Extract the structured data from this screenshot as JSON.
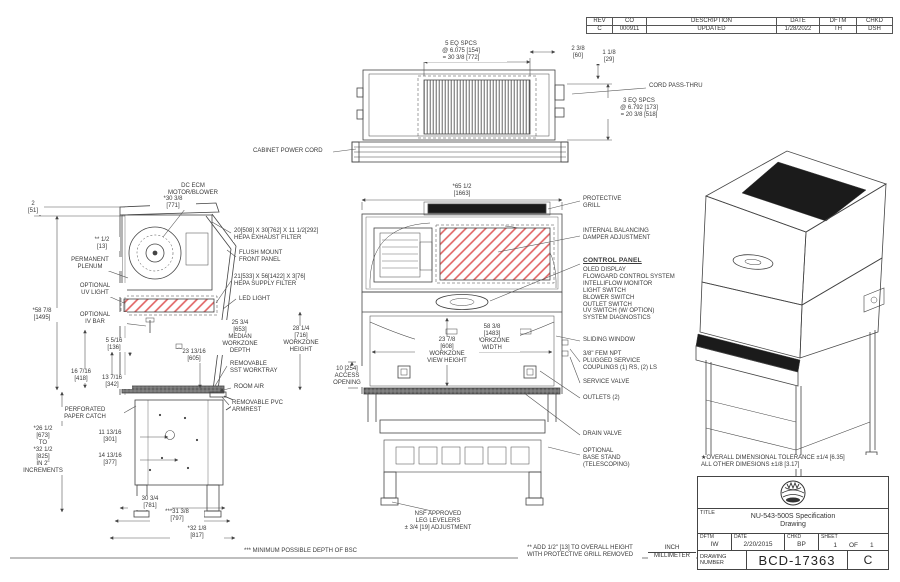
{
  "revision_table": {
    "headers": [
      "REV",
      "CO",
      "DESCRIPTION",
      "DATE",
      "DFTM",
      "CHKD"
    ],
    "row": [
      "C",
      "000911",
      "UPDATED",
      "1/28/2022",
      "TH",
      "DSH"
    ]
  },
  "top_view": {
    "eq5": "5 EQ SPCS\n@ 6.075 [154]\n= 30 3/8 [772]",
    "dim_2_3_8": "2 3/8\n[60]",
    "dim_1_1_8": "1 1/8\n[29]",
    "cord_pass_thru": "CORD PASS-THRU",
    "eq3": "3 EQ SPCS\n@ 6.792 [173]\n= 20 3/8 [518]",
    "cabinet_power_cord": "CABINET POWER CORD"
  },
  "side_view": {
    "dim_2": "2\n[51]",
    "dc_ecm": "DC ECM\nMOTOR/BLOWER",
    "dim_30_3_8": "*30 3/8\n[771]",
    "dim_half": "** 1/2\n[13]",
    "permanent_plenum": "PERMANENT\nPLENUM",
    "optional_uv": "OPTIONAL\nUV LIGHT",
    "optional_iv": "OPTIONAL\nIV BAR",
    "dim_58_7_8": "*58 7/8\n[1495]",
    "hepa_exhaust": "20[508] X 30[762] X 11 1/2[292]\nHEPA EXHAUST FILTER",
    "flush_mount": "FLUSH MOUNT\nFRONT PANEL",
    "hepa_supply": "21[533] X 56[1422] X 3[76]\nHEPA SUPPLY FILTER",
    "led_light": "LED LIGHT",
    "median_depth": "25 3/4\n[653]\nMEDIAN\nWORKZONE\nDEPTH",
    "workzone_height": "28 1/4\n[716]\nWORKZONE\nHEIGHT",
    "dim_5_5_16": "5 5/16\n[136]",
    "dim_23_13_16": "23 13/16\n[605]",
    "dim_16_7_16": "16 7/16\n[418]",
    "dim_13_7_16": "13 7/16\n[342]",
    "removable_worktray": "REMOVABLE\nSST WORKTRAY",
    "room_air": "ROOM AIR",
    "removable_pvc": "REMOVABLE PVC\nARMREST",
    "perforated": "PERFORATED\nPAPER CATCH",
    "increments": "*26 1/2\n[673]\nTO\n*32 1/2\n[825]\nIN 2\"\nINCREMENTS",
    "dim_11_13_16": "11 13/16\n[301]",
    "dim_14_13_16": "14 13/16\n[377]",
    "dim_30_3_4": "30 3/4\n[781]",
    "dim_31_3_8": "***31 3/8\n[797]",
    "dim_32_1_8": "*32 1/8\n[817]",
    "min_depth_note": "*** MINIMUM POSSIBLE DEPTH OF BSC"
  },
  "front_view": {
    "dim_65_1_2": "*65 1/2\n[1663]",
    "protective_grill": "PROTECTIVE\nGRILL",
    "internal_balancing": "INTERNAL BALANCING\nDAMPER ADJUSTMENT",
    "control_panel": "CONTROL PANEL",
    "control_items": "OLED DISPLAY\nFLOWGARD CONTROL SYSTEM\nINTELLIFLOW MONITOR\nLIGHT SWITCH\nBLOWER SWITCH\nOUTLET SWITCH\nUV SWITCH (W/ OPTION)\nSYSTEM DIAGNOSTICS",
    "workzone_width": "58 3/8\n[1483]\nWORKZONE\nWIDTH",
    "view_height": "23 7/8\n[608]\nWORKZONE\nVIEW HEIGHT",
    "access_opening": "10 [254]\nACCESS\nOPENING",
    "sliding_window": "SLIDING WINDOW",
    "fem_npt": "3/8\" FEM NPT\nPLUGGED SERVICE\nCOUPLINGS (1) RS, (2) LS",
    "service_valve": "SERVICE VALVE",
    "outlets": "OUTLETS (2)",
    "drain_valve": "DRAIN VALVE",
    "base_stand": "OPTIONAL\nBASE STAND\n(TELESCOPING)",
    "nsf": "NSF APPROVED\nLEG LEVELERS\n± 3/4 [19] ADJUSTMENT"
  },
  "notes": {
    "add_note": "** ADD 1/2\" [13] TO OVERALL HEIGHT\nWITH PROTECTIVE GRILL REMOVED",
    "inch": "INCH",
    "millimeter": "MILLIMETER",
    "tolerance": "★OVERALL DIMENSIONAL TOLERANCE ±1/4 [6.35]\nALL OTHER DIMESIONS ±1/8 [3.17]"
  },
  "title_block": {
    "title_label": "TITLE",
    "title": "NU-543-500S Specification\nDrawing",
    "dftm_label": "DFTM",
    "dftm": "IW",
    "date_label": "DATE",
    "date": "2/20/2015",
    "chkd_label": "CHKD",
    "chkd": "BP",
    "sheet_label": "SHEET",
    "sheet_num": "1",
    "sheet_of": "OF",
    "sheet_total": "1",
    "drawing_number_label": "DRAWING\nNUMBER",
    "drawing_number": "BCD-17363",
    "rev": "C"
  },
  "colors": {
    "line": "#444444",
    "hatch_red": "#e06060",
    "dark_fill": "#1b1b1b"
  }
}
